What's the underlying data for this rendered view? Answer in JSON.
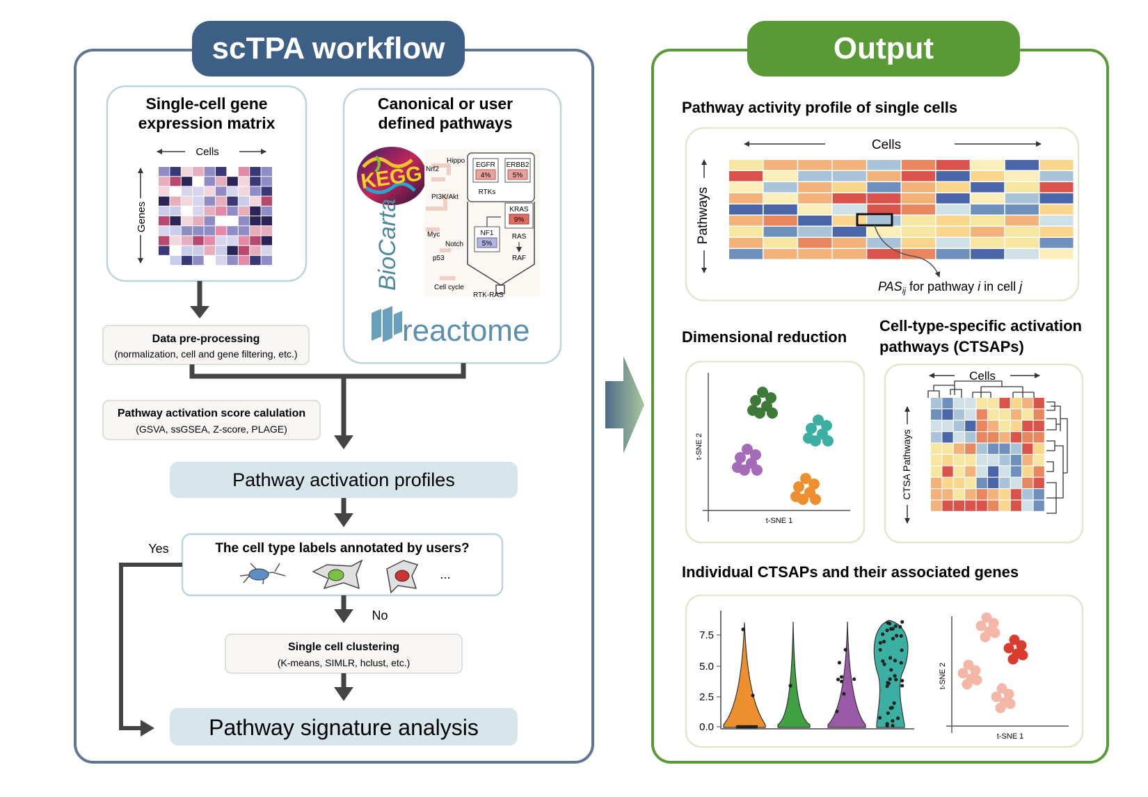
{
  "workflow": {
    "title": "scTPA workflow",
    "expr_matrix": {
      "title_line1": "Single-cell gene",
      "title_line2": "expression matrix",
      "cells_label": "Cells",
      "genes_label": "Genes"
    },
    "pathways": {
      "title_line1": "Canonical or user",
      "title_line2": "defined pathways",
      "kegg_logo": "KEGG",
      "biocarta_logo": "BioCarta",
      "reactome_logo": "reactome",
      "map_labels": [
        "Hippo",
        "Nrf2",
        "PI3K/Akt",
        "Myc",
        "Notch",
        "p53",
        "Cell cycle",
        "RTKs",
        "RAS",
        "RAF",
        "RTK-RAS"
      ],
      "nodes": [
        {
          "name": "EGFR",
          "pct": "4%"
        },
        {
          "name": "ERBB2",
          "pct": "5%"
        },
        {
          "name": "KRAS",
          "pct": "9%"
        },
        {
          "name": "NF1",
          "pct": "5%"
        }
      ]
    },
    "preprocess": {
      "title": "Data pre-processing",
      "subtitle": "(normalization, cell and gene filtering, etc.)"
    },
    "score_calc": {
      "title": "Pathway activation score calulation",
      "subtitle": "(GSVA, ssGSEA, Z-score, PLAGE)"
    },
    "profiles_label": "Pathway activation profiles",
    "cell_type_question": "The cell type labels annotated by users?",
    "ellipsis": "...",
    "yes_label": "Yes",
    "no_label": "No",
    "clustering": {
      "title": "Single cell clustering",
      "subtitle": "(K-means, SIMLR, hclust, etc.)"
    },
    "signature_label": "Pathway signature analysis"
  },
  "output": {
    "title": "Output",
    "profile": {
      "heading": "Pathway activity profile of single cells",
      "cells_label": "Cells",
      "pathways_label": "Pathways",
      "pas_label": "PAS",
      "pas_subscript": "ij",
      "pas_text_1": " for pathway ",
      "pas_i": "i",
      "pas_text_2": " in cell ",
      "pas_j": "j"
    },
    "dimred": {
      "heading": "Dimensional reduction",
      "xlabel": "t-SNE 1",
      "ylabel": "t-SNE 2"
    },
    "ctsap": {
      "heading_line1": "Cell-type-specific activation",
      "heading_line2": "pathways (CTSAPs)",
      "cells_label": "Cells",
      "pathways_label": "CTSA Pathways"
    },
    "individual": {
      "heading": "Individual CTSAPs and their associated genes",
      "violin_yticks": [
        "7.5",
        "5.0",
        "2.5",
        "0.0"
      ],
      "tsne_xlabel": "t-SNE 1",
      "tsne_ylabel": "t-SNE 2"
    }
  },
  "colors": {
    "workflow_blue": "#3d5f86",
    "output_green": "#5a9a36",
    "profile_box": "#d6e6ea",
    "heat_low": "#4a66a8",
    "heat_high": "#d8453c"
  }
}
